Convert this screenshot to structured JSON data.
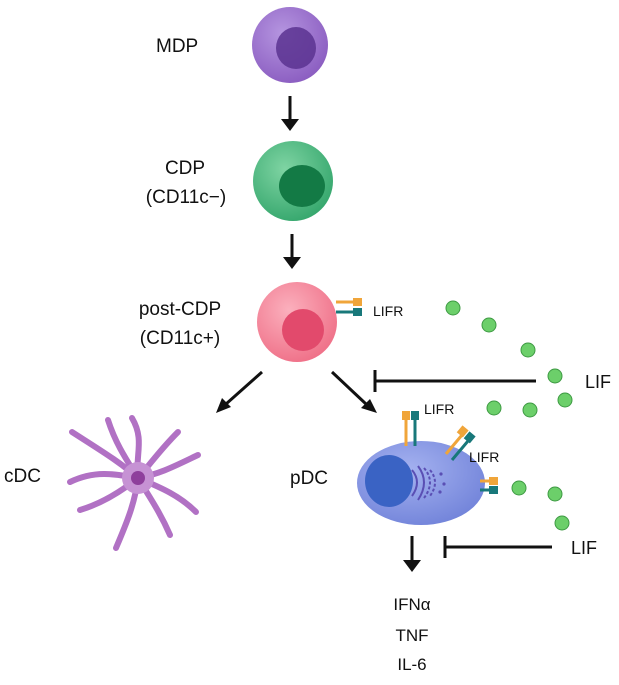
{
  "cells": {
    "mdp": "MDP",
    "cdp_line1": "CDP",
    "cdp_line2": "(CD11c−)",
    "postcdp_line1": "post-CDP",
    "postcdp_line2": "(CD11c+)",
    "cdc": "cDC",
    "pdc": "pDC"
  },
  "receptors": {
    "postcdp": "LIFR",
    "pdc_top": "LIFR",
    "pdc_mid": "LIFR"
  },
  "ligands": {
    "top": "LIF",
    "bottom": "LIF"
  },
  "outputs": [
    "IFNα",
    "TNF",
    "IL-6"
  ],
  "colors": {
    "mdp": "#9b6fc9",
    "cdp": "#3fb57a",
    "postcdp": "#f4798f",
    "pdc": "#7e8fe0",
    "cdc": "#b171c4",
    "lif": "#6ccf6a",
    "receptor_orange": "#f0a53a",
    "receptor_teal": "#18787a"
  }
}
